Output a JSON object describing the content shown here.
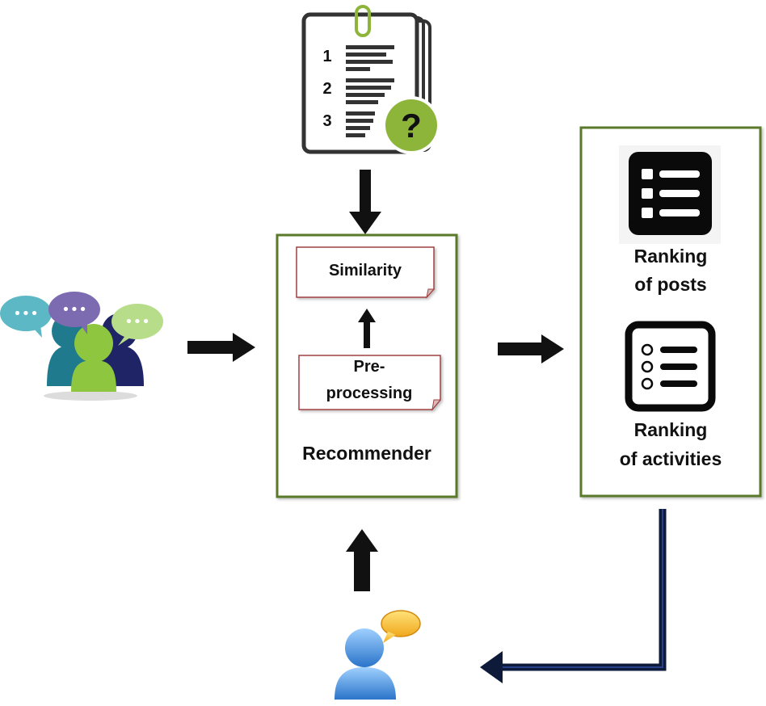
{
  "recommender": {
    "title": "Recommender",
    "similarity_label": "Similarity",
    "preprocessing_line1": "Pre-",
    "preprocessing_line2": "processing"
  },
  "questionnaire": {
    "item_numbers": [
      "1",
      "2",
      "3"
    ],
    "question_mark": "?"
  },
  "outputs": {
    "posts_line1": "Ranking",
    "posts_line2": "of posts",
    "activities_line1": "Ranking",
    "activities_line2": "of activities"
  },
  "icons": {
    "questionnaire": "questionnaire-clipboard-icon",
    "community": "community-chat-icon",
    "user": "user-chat-icon",
    "posts": "posts-list-icon",
    "activities": "activities-list-icon"
  },
  "colors": {
    "box_border": "#5a7a2a",
    "card_border": "#a04040",
    "arrow": "#111111",
    "feedback_arrow": "#0d1a3a",
    "question_badge": "#8db53a"
  }
}
